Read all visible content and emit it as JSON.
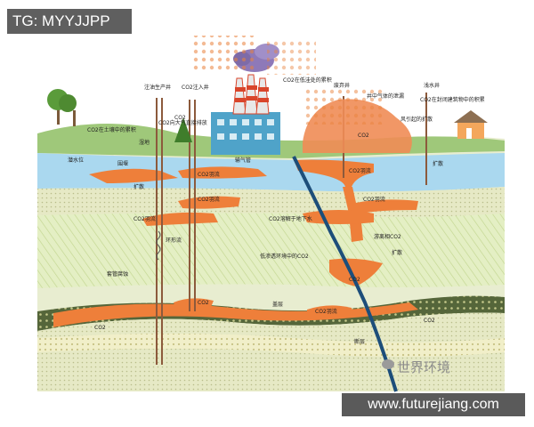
{
  "tag": "TG: MYYJJPP",
  "website": "www.futurejiang.com",
  "watermark": "世界环境",
  "labels": {
    "oilfield_well": "注油生产井",
    "injection_well": "CO2注入井",
    "buried_low": "CO2在低洼处的累积",
    "abandoned_well": "废弃井",
    "shallow_well": "浅水井",
    "leak_air": "CO2向大气直接排放",
    "basement_accum": "CO2在封闭建筑物中的积累",
    "soil_accum": "CO2在土壤中的累积",
    "wetland": "湿地",
    "water_table": "潜水位",
    "pool": "围堰",
    "diffusion1": "扩散",
    "diffusion2": "扩散",
    "diffusion3": "扩散",
    "wind": "风引起的扩散",
    "gas_leak": "井中气体的泄漏",
    "co2_cloud": "CO2",
    "co2_plume1": "CO2羽流",
    "co2_plume2": "CO2羽流",
    "co2_plume3": "CO2羽流",
    "co2_plume4": "CO2羽流",
    "co2_plume5": "CO2羽流",
    "co2_plume6": "CO2羽流",
    "dissolved": "CO2溶解于地下水",
    "free_co2": "游离相CO2",
    "low_perm": "低渗透环境中的CO2",
    "ring_flow": "环形流",
    "casing_corrosion": "套管腐蚀",
    "caprock": "盖层",
    "fault": "断层",
    "gas_pipe": "输气管",
    "co2_a": "CO2",
    "co2_b": "CO2",
    "co2_c": "CO2",
    "co2_d": "CO2",
    "co2_e": "CO2"
  },
  "colors": {
    "plume": "#ee7f3a",
    "water": "#a9d7ee",
    "caprock": "#5c6b3a",
    "fault": "#1d4e7a"
  }
}
